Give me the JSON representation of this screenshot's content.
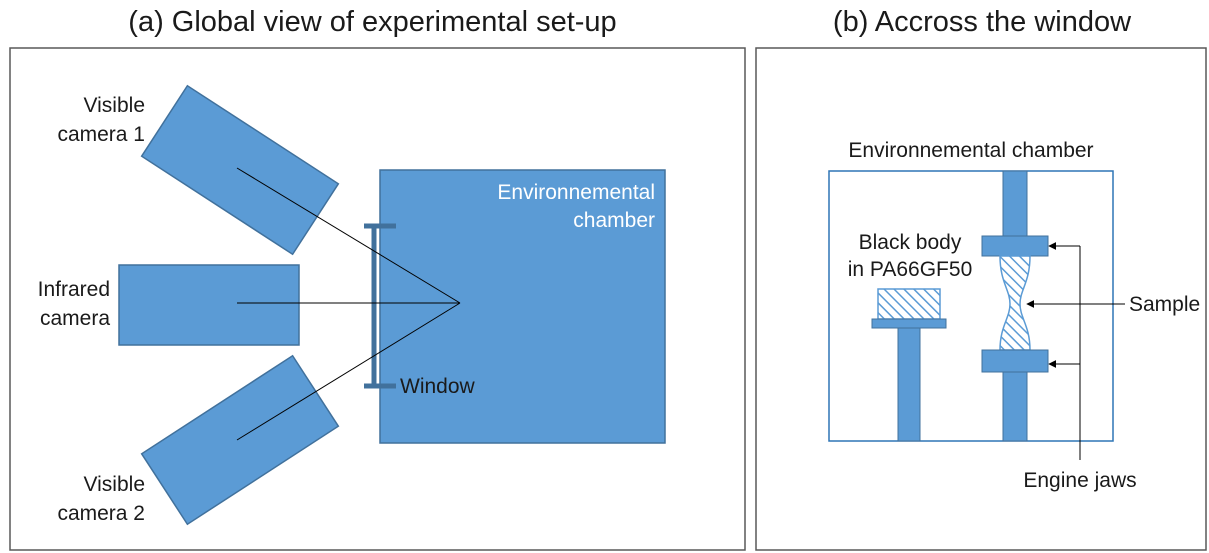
{
  "panel_a": {
    "title": "(a) Global view of experimental set-up",
    "visible_camera_1": [
      "Visible",
      "camera 1"
    ],
    "infrared_camera": [
      "Infrared",
      "camera"
    ],
    "visible_camera_2": [
      "Visible",
      "camera 2"
    ],
    "chamber": [
      "Environnemental",
      "chamber"
    ],
    "window": "Window"
  },
  "panel_b": {
    "title": "(b) Accross the window",
    "chamber": "Environnemental chamber",
    "black_body": [
      "Black body",
      "in PA66GF50"
    ],
    "sample": "Sample",
    "engine_jaws": "Engine jaws"
  },
  "colors": {
    "fill": "#5b9bd5",
    "stroke": "#41719c",
    "window_bar": "#41719c",
    "panel_border": "#595959",
    "chamber_b_border": "#2e75b6",
    "text": "#1a1a1a",
    "chamber_text": "#ffffff"
  }
}
